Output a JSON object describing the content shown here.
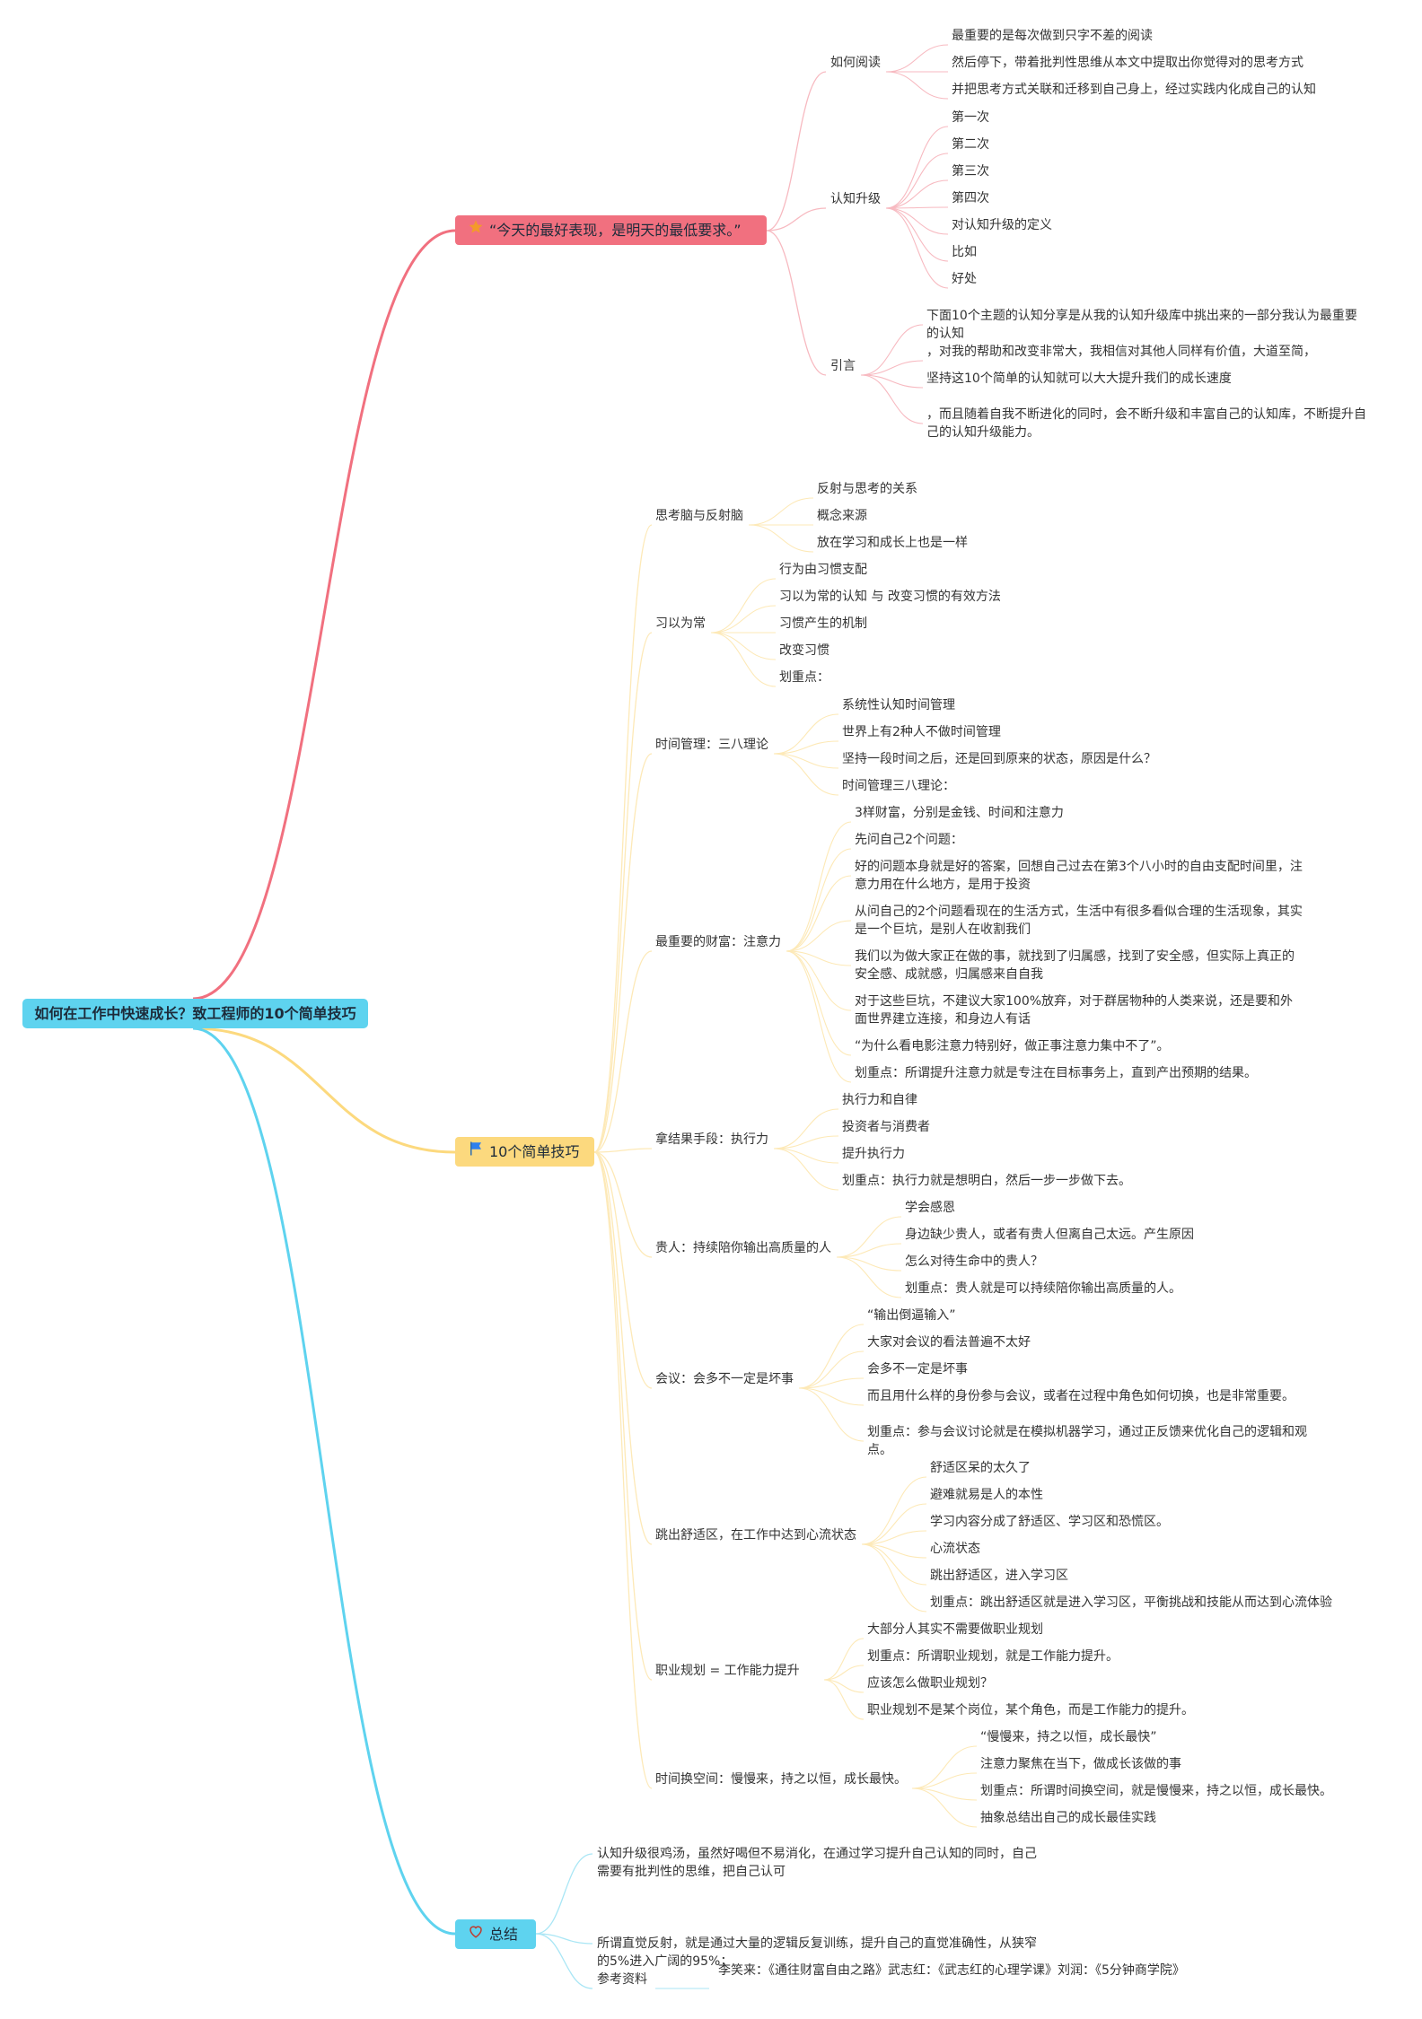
{
  "colors": {
    "root": "#5ed3ef",
    "branch1": "#f1707f",
    "branch2": "#fcd97e",
    "branch3": "#5ed3ef",
    "line1": "#f7b9c0",
    "line2": "#fde9b7",
    "line3": "#a9e6f5"
  },
  "root": {
    "title": "如何在工作中快速成长？致工程师的10个简单技巧"
  },
  "branch1": {
    "icon": "star-icon",
    "title": "“今天的最好表现，是明天的最低要求。”",
    "groups": [
      {
        "label": "如何阅读",
        "items": [
          "最重要的是每次做到只字不差的阅读",
          "然后停下，带着批判性思维从本文中提取出你觉得对的思考方式",
          "并把思考方式关联和迁移到自己身上，经过实践内化成自己的认知"
        ]
      },
      {
        "label": "认知升级",
        "items": [
          "第一次",
          "第二次",
          "第三次",
          "第四次",
          "对认知升级的定义",
          "比如",
          "好处"
        ]
      },
      {
        "label": "引言",
        "items": [
          "下面10个主题的认知分享是从我的认知升级库中挑出来的一部分我认为最重要的认知",
          "，对我的帮助和改变非常大，我相信对其他人同样有价值，大道至简，",
          "坚持这10个简单的认知就可以大大提升我们的成长速度",
          "，而且随着自我不断进化的同时，会不断升级和丰富自己的认知库，不断提升自己的认知升级能力。"
        ]
      }
    ]
  },
  "branch2": {
    "icon": "flag-icon",
    "title": "10个简单技巧",
    "groups": [
      {
        "label": "思考脑与反射脑",
        "items": [
          "反射与思考的关系",
          "概念来源",
          "放在学习和成长上也是一样"
        ]
      },
      {
        "label": "习以为常",
        "items": [
          "行为由习惯支配",
          "习以为常的认知 与 改变习惯的有效方法",
          "习惯产生的机制",
          "改变习惯",
          "划重点："
        ]
      },
      {
        "label": "时间管理：三八理论",
        "items": [
          "系统性认知时间管理",
          "世界上有2种人不做时间管理",
          "坚持一段时间之后，还是回到原来的状态，原因是什么？",
          "时间管理三八理论："
        ]
      },
      {
        "label": "最重要的财富：注意力",
        "items": [
          "3样财富，分别是金钱、时间和注意力",
          "先问自己2个问题：",
          "好的问题本身就是好的答案，回想自己过去在第3个八小时的自由支配时间里，注意力用在什么地方，是用于投资",
          "从问自己的2个问题看现在的生活方式，生活中有很多看似合理的生活现象，其实是一个巨坑，是别人在收割我们",
          "我们以为做大家正在做的事，就找到了归属感，找到了安全感，但实际上真正的安全感、成就感，归属感来自自我",
          "对于这些巨坑，不建议大家100%放弃，对于群居物种的人类来说，还是要和外面世界建立连接，和身边人有话",
          "“为什么看电影注意力特别好，做正事注意力集中不了”。",
          "划重点：所谓提升注意力就是专注在目标事务上，直到产出预期的结果。"
        ]
      },
      {
        "label": "拿结果手段：执行力",
        "items": [
          "执行力和自律",
          "投资者与消费者",
          "提升执行力",
          "划重点：执行力就是想明白，然后一步一步做下去。"
        ]
      },
      {
        "label": "贵人：持续陪你输出高质量的人",
        "items": [
          "学会感恩",
          "身边缺少贵人，或者有贵人但离自己太远。产生原因",
          "怎么对待生命中的贵人？",
          "划重点：贵人就是可以持续陪你输出高质量的人。"
        ]
      },
      {
        "label": "会议：会多不一定是坏事",
        "items": [
          "“输出倒逼输入”",
          "大家对会议的看法普遍不太好",
          "会多不一定是坏事",
          "而且用什么样的身份参与会议，或者在过程中角色如何切换，也是非常重要。",
          "划重点：参与会议讨论就是在模拟机器学习，通过正反馈来优化自己的逻辑和观点。"
        ]
      },
      {
        "label": "跳出舒适区，在工作中达到心流状态",
        "items": [
          "舒适区呆的太久了",
          "避难就易是人的本性",
          "学习内容分成了舒适区、学习区和恐慌区。",
          "心流状态",
          "跳出舒适区，进入学习区",
          "划重点：跳出舒适区就是进入学习区，平衡挑战和技能从而达到心流体验"
        ]
      },
      {
        "label": "职业规划 = 工作能力提升",
        "items": [
          "大部分人其实不需要做职业规划",
          "划重点：所谓职业规划，就是工作能力提升。",
          "应该怎么做职业规划？",
          "职业规划不是某个岗位，某个角色，而是工作能力的提升。"
        ]
      },
      {
        "label": "时间换空间：慢慢来，持之以恒，成长最快。",
        "items": [
          "“慢慢来，持之以恒，成长最快”",
          "注意力聚焦在当下，做成长该做的事",
          "划重点：所谓时间换空间，就是慢慢来，持之以恒，成长最快。",
          "抽象总结出自己的成长最佳实践"
        ]
      }
    ]
  },
  "branch3": {
    "icon": "heart-icon",
    "title": "总结",
    "items": [
      "认知升级很鸡汤，虽然好喝但不易消化，在通过学习提升自己认知的同时，自己需要有批判性的思维，把自己认可",
      "所谓直觉反射，就是通过大量的逻辑反复训练，提升自己的直觉准确性，从狭窄的5%进入广阔的95%；",
      "参考资料"
    ],
    "reference": "李笑来：《通往财富自由之路》武志红：《武志红的心理学课》刘润：《5分钟商学院》"
  }
}
